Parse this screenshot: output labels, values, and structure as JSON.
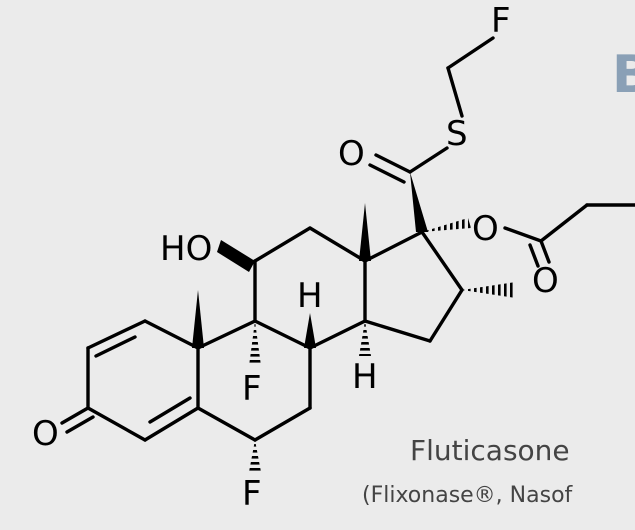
{
  "slide": {
    "background": "#ebebeb",
    "partial_heading_letter": "B",
    "heading_color": "#8aa0b6",
    "caption_color": "#444444"
  },
  "molecule": {
    "atoms": {
      "hydroxyl": "HO",
      "ketone_oxygen": "O",
      "thioester_oxygen": "O",
      "sulfur": "S",
      "fluoromethyl_fluorine": "F",
      "ester_oxygen": "O",
      "propionate_carbonyl_oxygen": "O",
      "c9_fluorine": "F",
      "c6_fluorine": "F",
      "h8": "H",
      "h14": "H"
    },
    "name": "Fluticasone",
    "brands": "(Flixonase®, Nasof"
  }
}
